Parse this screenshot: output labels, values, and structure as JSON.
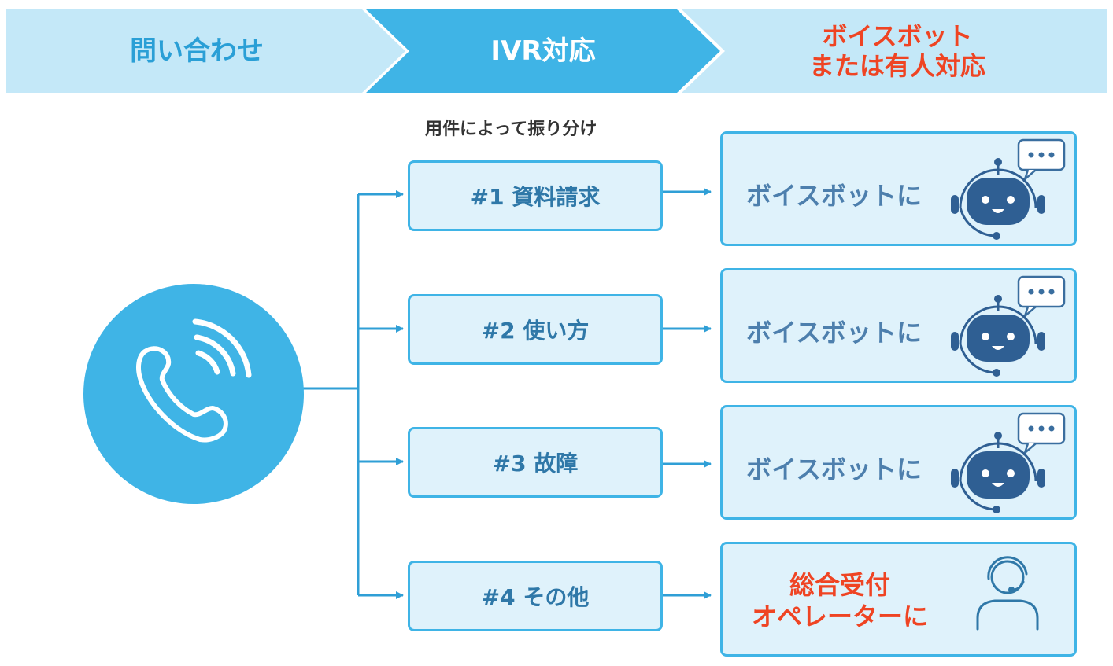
{
  "header": {
    "step1": "問い合わせ",
    "step2": "IVR対応",
    "step3_line1": "ボイスボット",
    "step3_line2": "または有人対応"
  },
  "caption": "用件によって振り分け",
  "options": [
    {
      "label": "#1 資料請求",
      "result": "ボイスボットに"
    },
    {
      "label": "#2 使い方",
      "result": "ボイスボットに"
    },
    {
      "label": "#3 故障",
      "result": "ボイスボットに"
    },
    {
      "label": "#4 その他",
      "result_line1": "総合受付",
      "result_line2": "オペレーターに"
    }
  ],
  "icons": {
    "phone": "phone-ringing-icon",
    "bot": "robot-chat-icon",
    "operator": "operator-headset-icon"
  },
  "colors": {
    "light_blue": "#c4e8f8",
    "mid_blue": "#3fb4e6",
    "box_fill": "#dff2fb",
    "text_blue": "#2f78a8",
    "accent_red": "#ef4423",
    "bot_blue": "#2f5f93"
  }
}
